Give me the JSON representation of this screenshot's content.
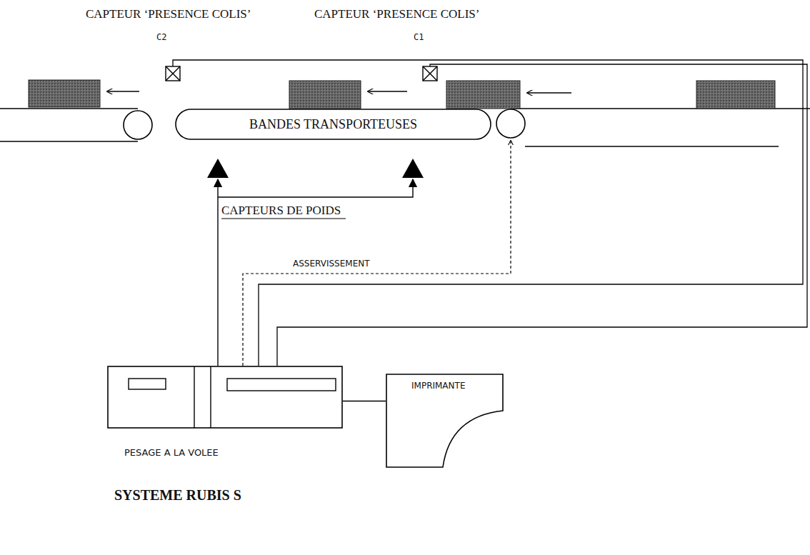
{
  "diagram": {
    "caption": "SYSTEME RUBIS S",
    "nodes": [
      {
        "text": [
          "BANDES TRANSPORTEUSES"
        ]
      },
      {
        "text": [
          "PESAGE A LA VOLEE"
        ]
      },
      {
        "text": [
          "IMPRIMANTE"
        ]
      }
    ],
    "edges": [
      {
        "from": 1,
        "to": 2,
        "arrow": "none"
      }
    ],
    "labels": [
      "CAPTEUR ‘PRESENCE COLIS’",
      "CAPTEUR ‘PRESENCE COLIS’",
      "C2",
      "C1",
      "CAPTEURS DE POIDS",
      "ASSERVISSEMENT"
    ]
  }
}
